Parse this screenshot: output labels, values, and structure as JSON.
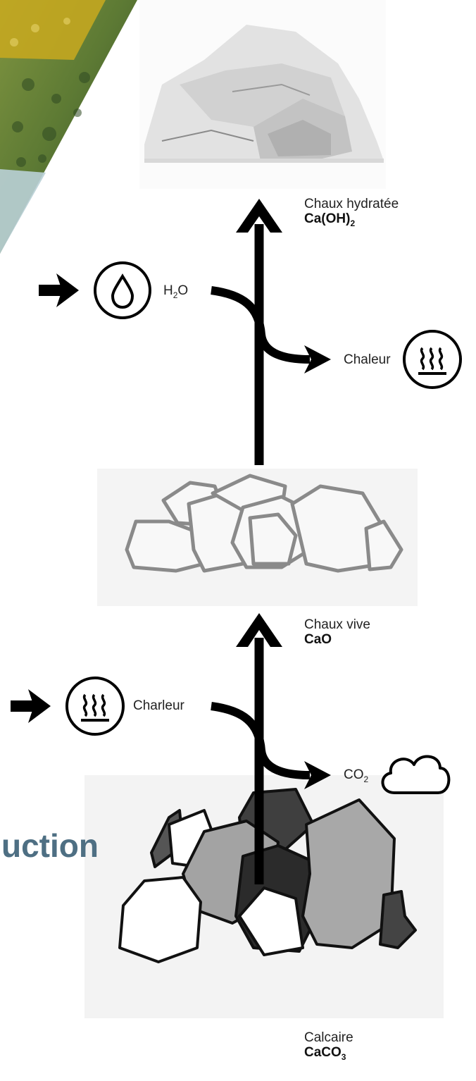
{
  "section_heading_fragment": "uction",
  "stages": {
    "hydrated_lime": {
      "name": "Chaux hydratée",
      "formula_main": "Ca(OH)",
      "formula_sub": "2"
    },
    "quicklime": {
      "name": "Chaux vive",
      "formula_main": "CaO"
    },
    "limestone": {
      "name": "Calcaire",
      "formula_main": "CaCO",
      "formula_sub": "3"
    }
  },
  "inputs": {
    "water": {
      "main": "H",
      "sub": "2",
      "tail": "O",
      "icon": "water-drop-icon"
    },
    "heat_in": {
      "label": "Charleur",
      "icon": "heat-icon"
    }
  },
  "outputs": {
    "heat_out": {
      "label": "Chaleur",
      "icon": "heat-icon"
    },
    "co2": {
      "main": "CO",
      "sub": "2",
      "icon": "cloud-icon"
    }
  },
  "colors": {
    "heading": "#4e6f83",
    "arrow": "#000000",
    "forest_yellow": "#c9a91e",
    "forest_green": "#5d7a34",
    "rock_outline": "#8a8a8a"
  }
}
